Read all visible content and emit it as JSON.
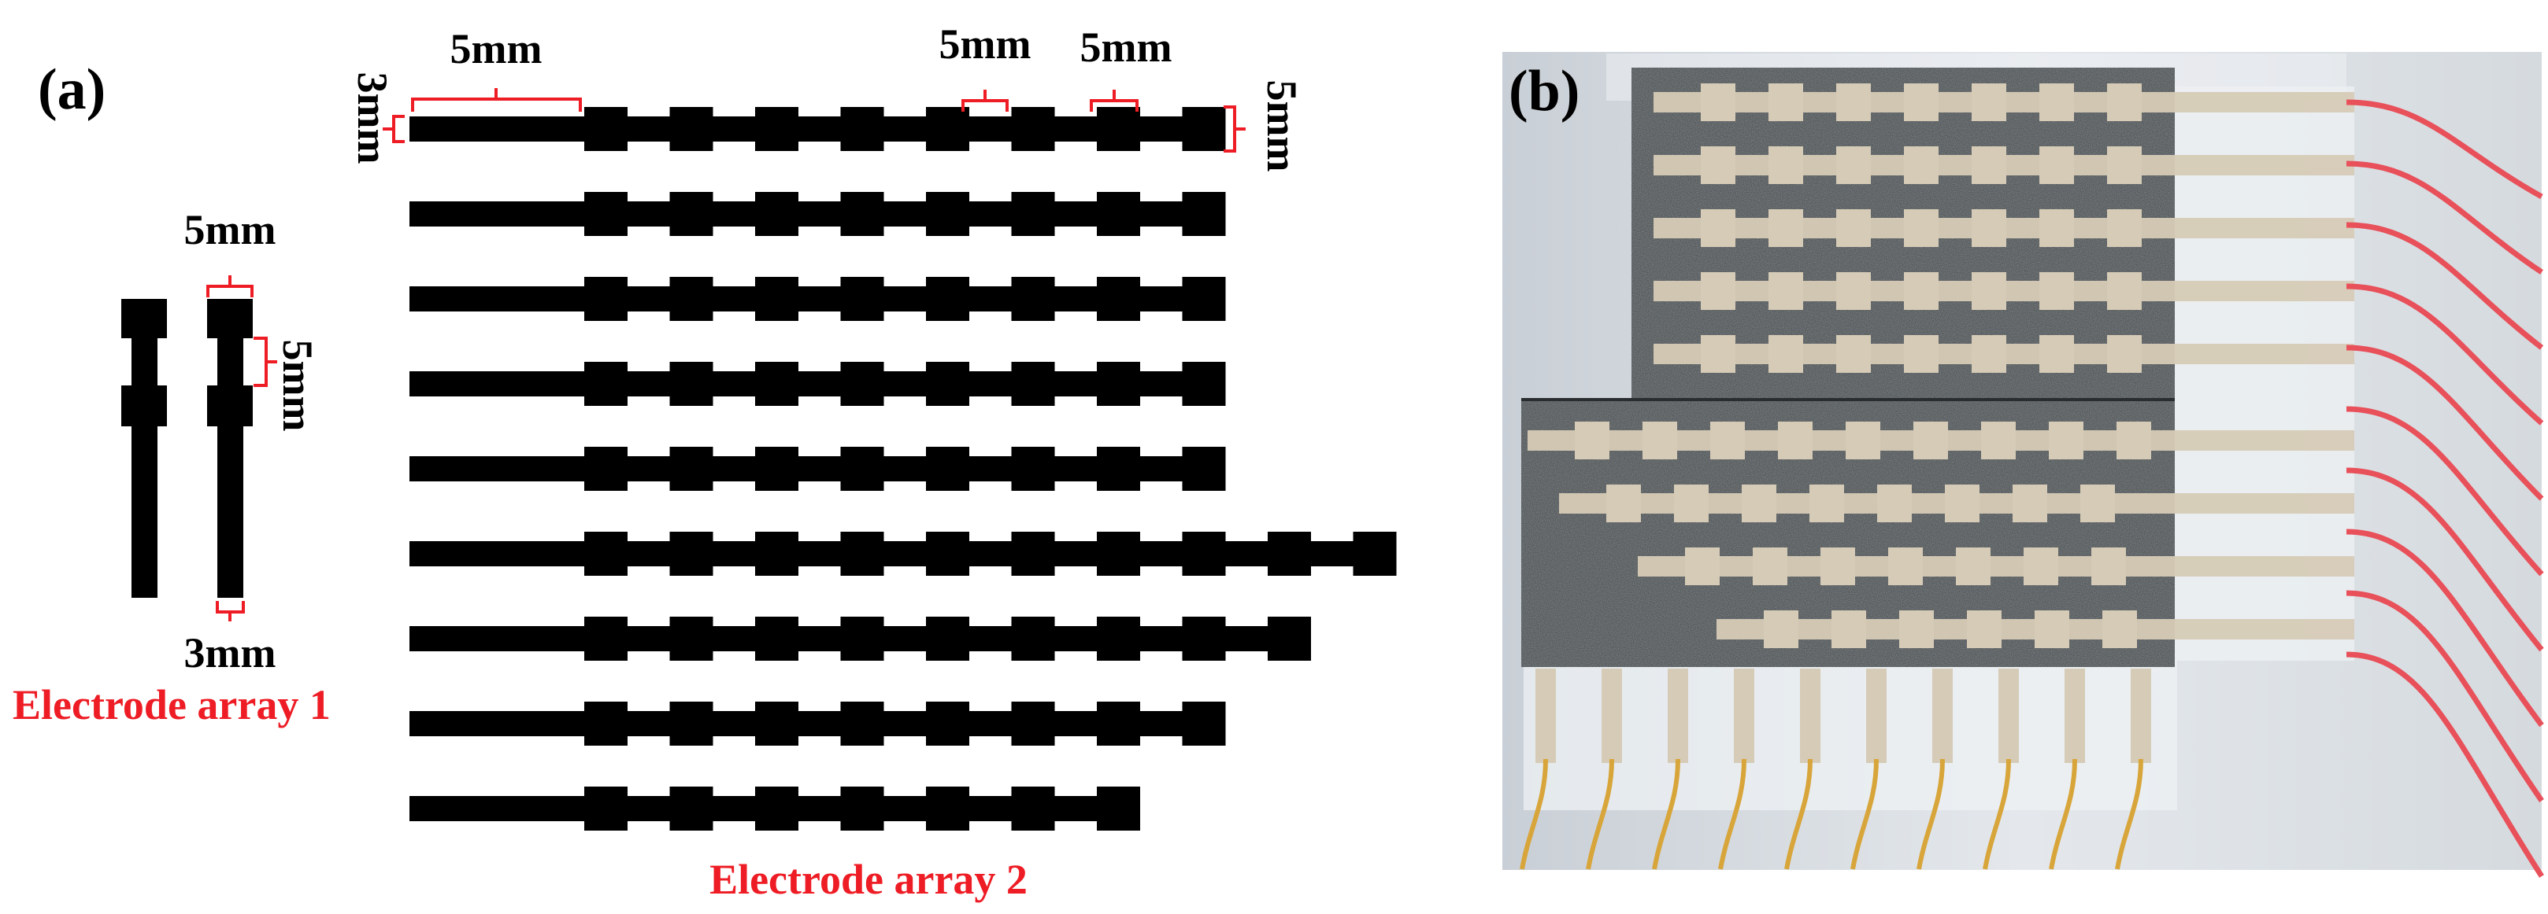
{
  "panel_a": {
    "label": "(a)",
    "dimensions": {
      "top_strip_lead": "5mm",
      "top_block": "5mm",
      "top_gap": "5mm",
      "strip_width_left": "3mm",
      "block_height_right": "5mm",
      "small_block": "5mm",
      "small_block_height": "5mm",
      "small_width_bottom": "3mm"
    },
    "array1_label": "Electrode array 1",
    "array2_label": "Electrode array 2",
    "array2_rows_block_counts": [
      8,
      8,
      8,
      8,
      8,
      10,
      9,
      8,
      7
    ]
  },
  "panel_b": {
    "label": "(b)",
    "upper_board_traces": 5,
    "lower_board_traces": 4,
    "red_wires": 10,
    "yellow_wires": 10
  },
  "colors": {
    "annotation_red": "#ee1c24",
    "electrode_black": "#000000",
    "photo_background": "#dde2e7",
    "board_dark": "#3f4447",
    "trace_beige": "#d6cbb6",
    "red_wire": "#e8505a",
    "yellow_wire": "#d8a53a"
  }
}
